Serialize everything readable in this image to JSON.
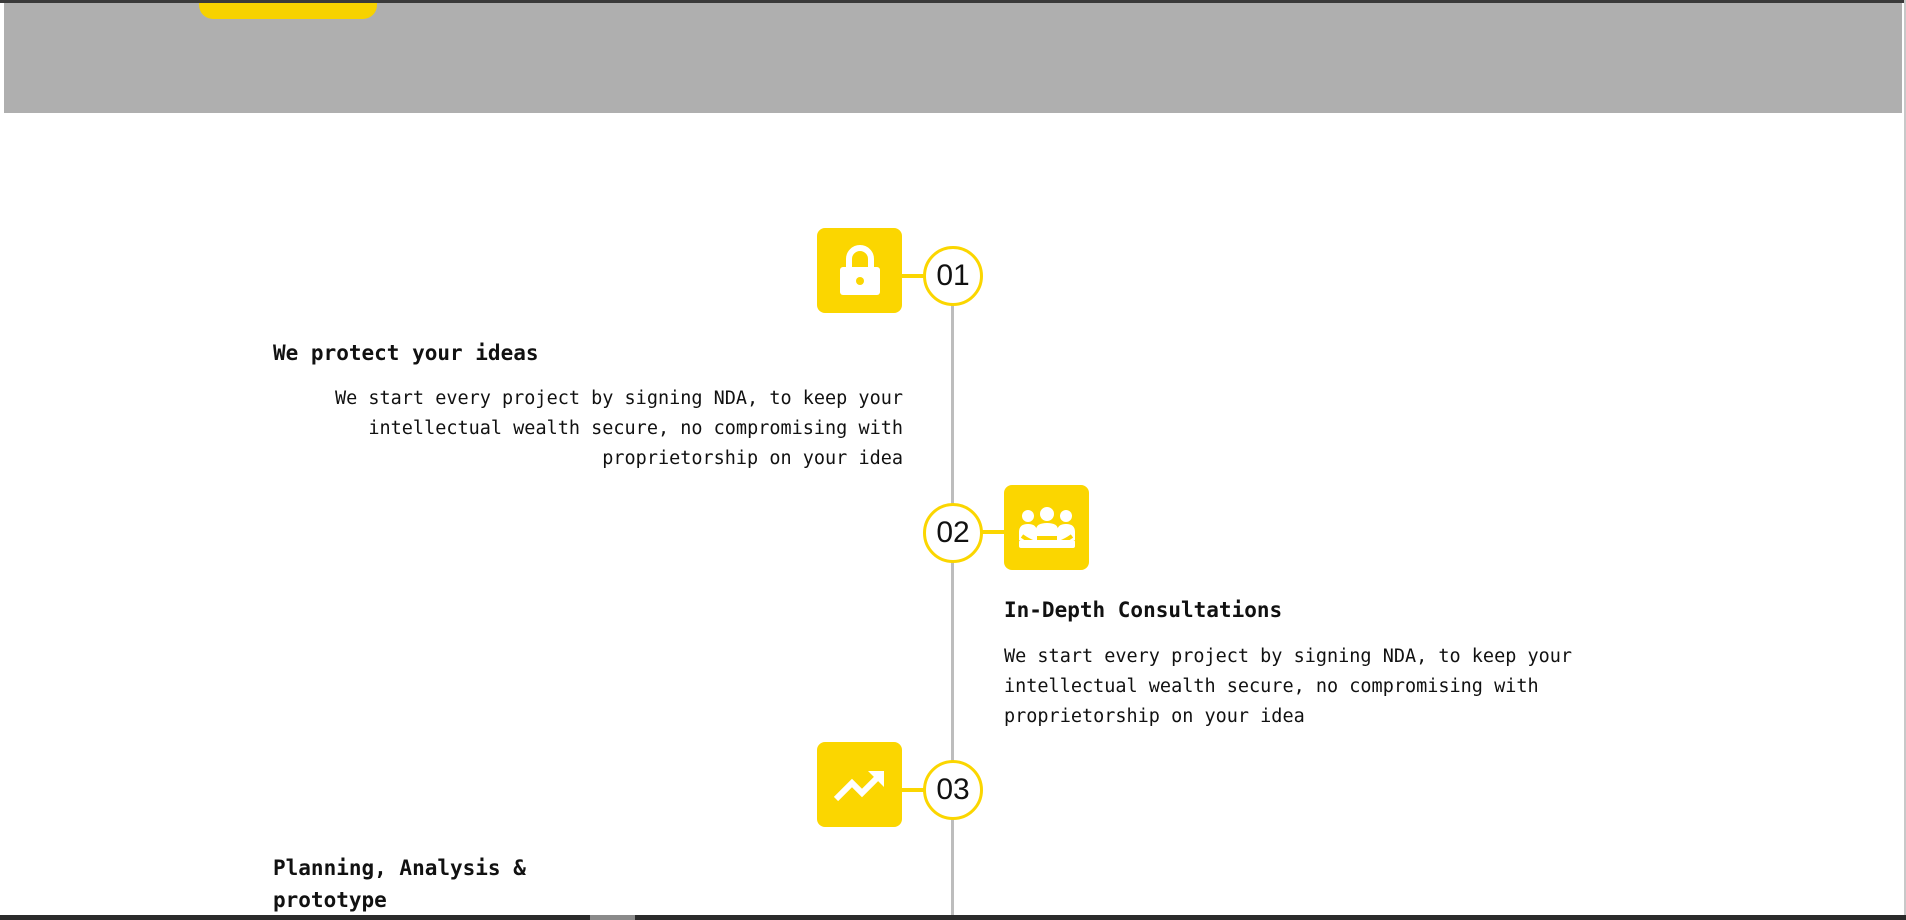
{
  "colors": {
    "accent": "#fbd600",
    "band": "#afafaf",
    "line": "#bdbdbd",
    "text": "#111111"
  },
  "steps": [
    {
      "number": "01",
      "icon": "lock-icon",
      "title": "We protect your ideas",
      "text": "We start every project by signing NDA, to keep your intellectual wealth secure, no compromising with proprietorship on your idea"
    },
    {
      "number": "02",
      "icon": "group-icon",
      "title": "In-Depth Consultations",
      "text": "We start every project by signing NDA, to keep your intellectual wealth secure, no compromising with proprietorship on your idea"
    },
    {
      "number": "03",
      "icon": "trending-up-icon",
      "title": "Planning, Analysis & prototype",
      "text": ""
    }
  ]
}
